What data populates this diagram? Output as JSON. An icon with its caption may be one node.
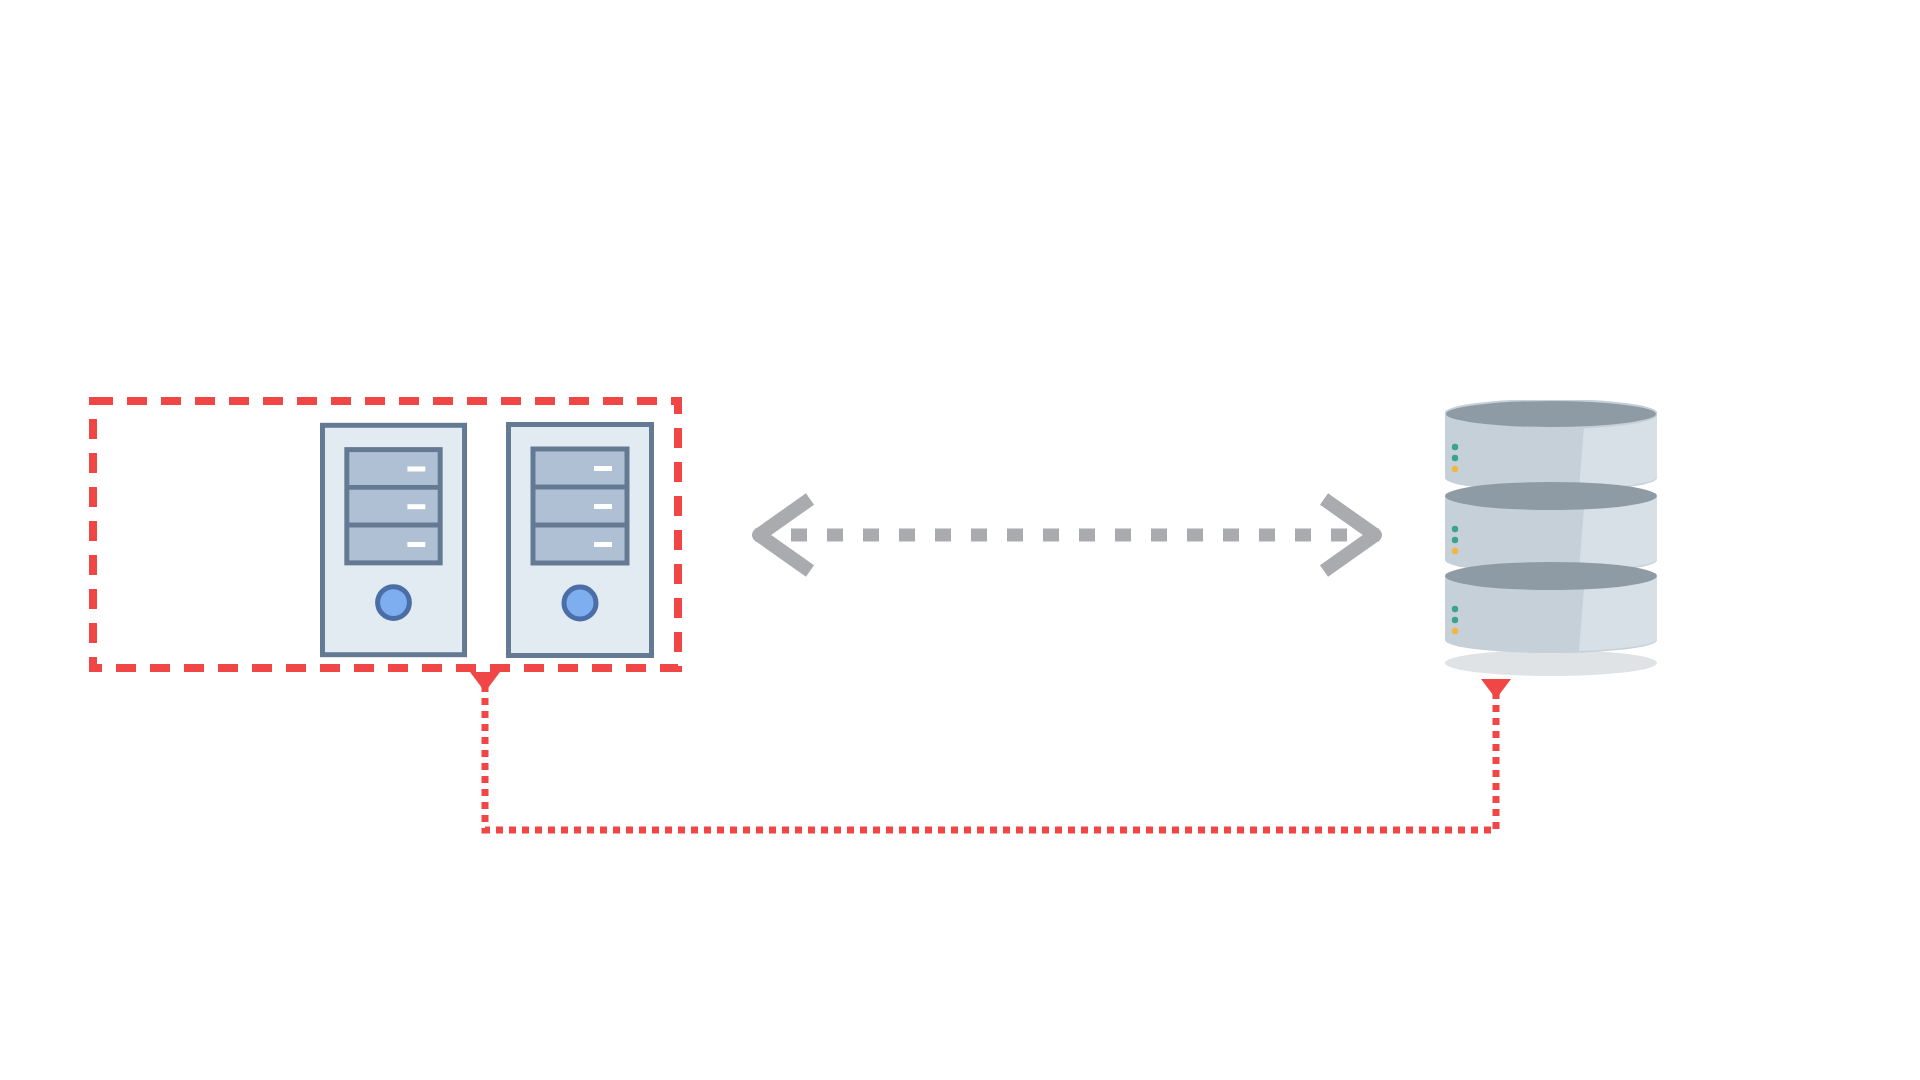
{
  "diagram": {
    "nodes": [
      {
        "text": [],
        "shape": "box"
      },
      {
        "text": [],
        "shape": "picture",
        "in": 0
      },
      {
        "text": [],
        "shape": "picture",
        "in": 0
      },
      {
        "text": [],
        "shape": "cylinder"
      }
    ],
    "edges": [
      {
        "from": 0,
        "to": 3,
        "arrow": "both",
        "style": "dashed",
        "color": "#aaabaf"
      },
      {
        "from": 0,
        "to": 3,
        "arrow": "both",
        "style": "dashed",
        "color": "#f04646"
      }
    ]
  }
}
